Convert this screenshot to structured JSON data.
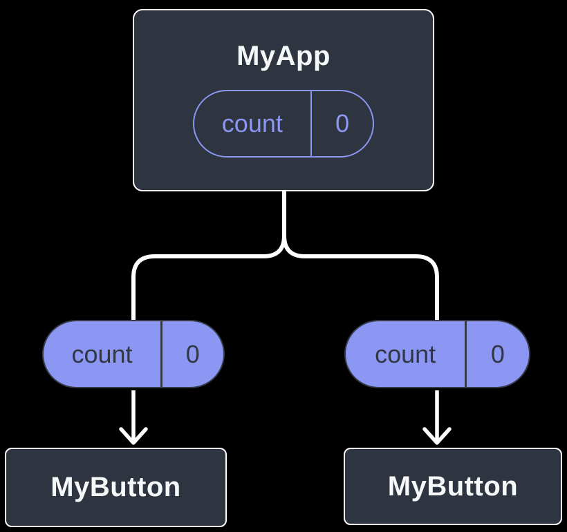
{
  "colors": {
    "background": "#000000",
    "node_fill": "#2e3440",
    "node_border": "#ffffff",
    "node_text": "#f6f7f9",
    "accent_purple": "#8b97f3",
    "pill_dark_text": "#313744",
    "pill_dark_border": "#353b48",
    "connector": "#ffffff"
  },
  "diagram": {
    "root": {
      "title": "MyApp",
      "state_pill": {
        "label": "count",
        "value": "0"
      }
    },
    "children": [
      {
        "title": "MyButton",
        "prop_pill": {
          "label": "count",
          "value": "0"
        }
      },
      {
        "title": "MyButton",
        "prop_pill": {
          "label": "count",
          "value": "0"
        }
      }
    ]
  }
}
